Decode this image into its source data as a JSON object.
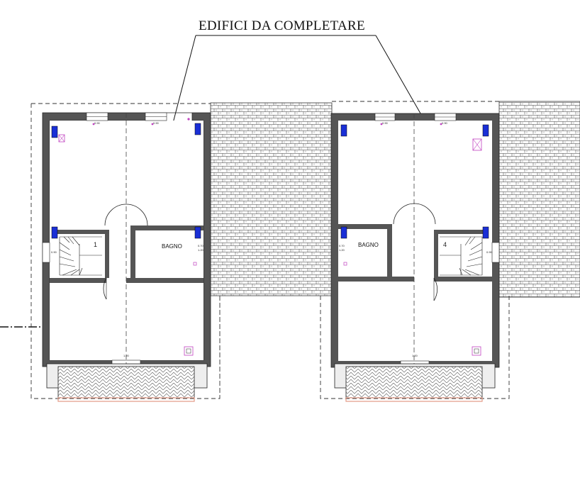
{
  "drawing": {
    "title": "EDIFICI DA COMPLETARE",
    "units": [
      {
        "room_label": "BAGNO",
        "stair_number": "1"
      },
      {
        "room_label": "BAGNO",
        "stair_number": "4"
      }
    ],
    "window_dims": [
      "0.90",
      "1.20"
    ],
    "door_dims": [
      "0.70",
      "1.20"
    ],
    "colors": {
      "wall": "#555555",
      "column": "#1a2fd6",
      "railing": "#e39a86",
      "accent": "#c042c0"
    }
  }
}
